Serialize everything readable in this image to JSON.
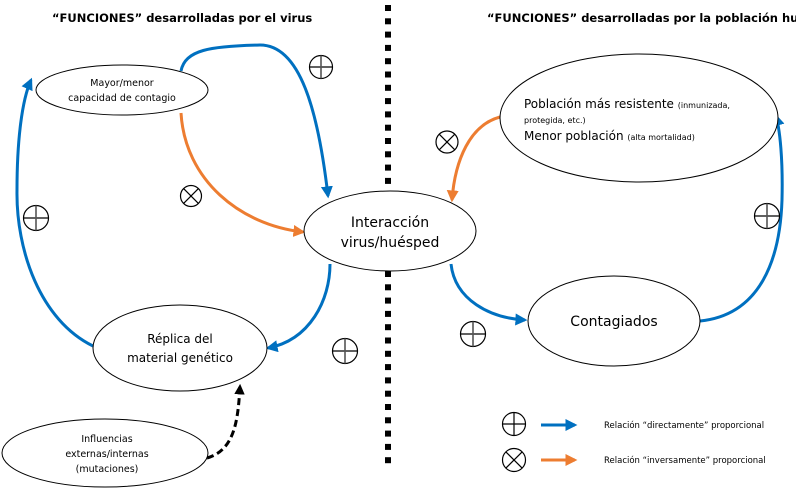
{
  "colors": {
    "direct": "#0070C0",
    "inverse": "#ED7D31",
    "external": "#000000"
  },
  "headings": {
    "left": "“FUNCIONES” desarrolladas por el virus",
    "right": "“FUNCIONES” desarrolladas por la población huésped"
  },
  "nodes": {
    "contagion": {
      "lines": [
        "Mayor/menor",
        "capacidad de contagio"
      ]
    },
    "interaction": {
      "lines": [
        "Interacción",
        "virus/huésped"
      ]
    },
    "replication": {
      "lines": [
        "Réplica del",
        "material genético"
      ]
    },
    "influences": {
      "lines": [
        "Influencias",
        "externas/internas",
        "(mutaciones)"
      ]
    },
    "population": {
      "line1_main": "Población más resistente ",
      "line1_note": "(inmunizada,",
      "line2_note": "protegida, etc.)",
      "line3_main": "Menor población ",
      "line3_note": "(alta mortalidad)"
    },
    "infected": {
      "lines": [
        "Contagiados"
      ]
    }
  },
  "edges": [
    {
      "from": "contagion",
      "to": "interaction",
      "relation": "direct",
      "symbol": "plus-circle-icon"
    },
    {
      "from": "contagion",
      "to": "interaction",
      "relation": "inverse",
      "symbol": "cross-circle-icon"
    },
    {
      "from": "replication",
      "to": "contagion",
      "relation": "direct",
      "symbol": "plus-circle-icon"
    },
    {
      "from": "interaction",
      "to": "replication",
      "relation": "direct",
      "symbol": "plus-circle-icon"
    },
    {
      "from": "influences",
      "to": "replication",
      "relation": "external",
      "symbol": null
    },
    {
      "from": "population",
      "to": "interaction",
      "relation": "inverse",
      "symbol": "cross-circle-icon"
    },
    {
      "from": "interaction",
      "to": "infected",
      "relation": "direct",
      "symbol": "plus-circle-icon"
    },
    {
      "from": "infected",
      "to": "population",
      "relation": "direct",
      "symbol": "plus-circle-icon"
    }
  ],
  "legend": [
    {
      "symbol": "plus-circle-icon",
      "label": "Relación “directamente” proporcional",
      "color": "#0070C0"
    },
    {
      "symbol": "cross-circle-icon",
      "label": "Relación “inversamente” proporcional",
      "color": "#ED7D31"
    }
  ]
}
